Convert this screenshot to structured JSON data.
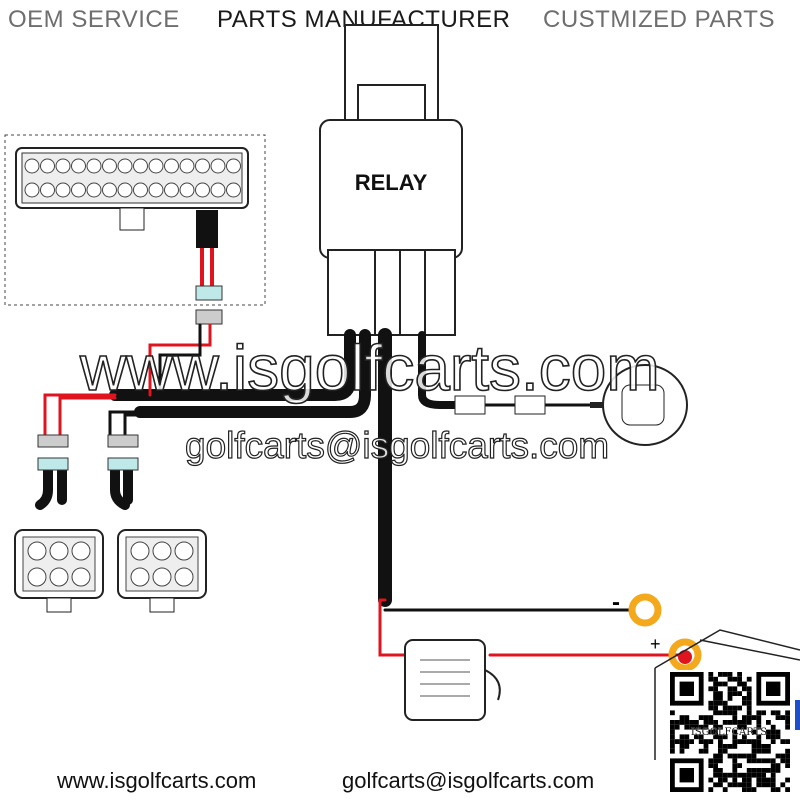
{
  "header": {
    "items": [
      {
        "label": "OEM SERVICE",
        "color": "#6e6e6e"
      },
      {
        "label": "PARTS MANUFACTURER",
        "color": "#1a1a1a"
      },
      {
        "label": "CUSTMIZED PARTS",
        "color": "#6e6e6e"
      }
    ]
  },
  "diagram": {
    "relay_label": "RELAY",
    "negative_sign": "-",
    "positive_sign": "+",
    "qr_caption": "ISGOLFCARTS",
    "colors": {
      "red_wire": "#e0141e",
      "black_wire": "#111111",
      "ring_terminal": "#f4a81c",
      "connector": "#bfe8e8"
    }
  },
  "watermark": {
    "website": "www.isgolfcarts.com",
    "email": "golfcarts@isgolfcarts.com"
  },
  "footer": {
    "website": "www.isgolfcarts.com",
    "email": "golfcarts@isgolfcarts.com"
  }
}
